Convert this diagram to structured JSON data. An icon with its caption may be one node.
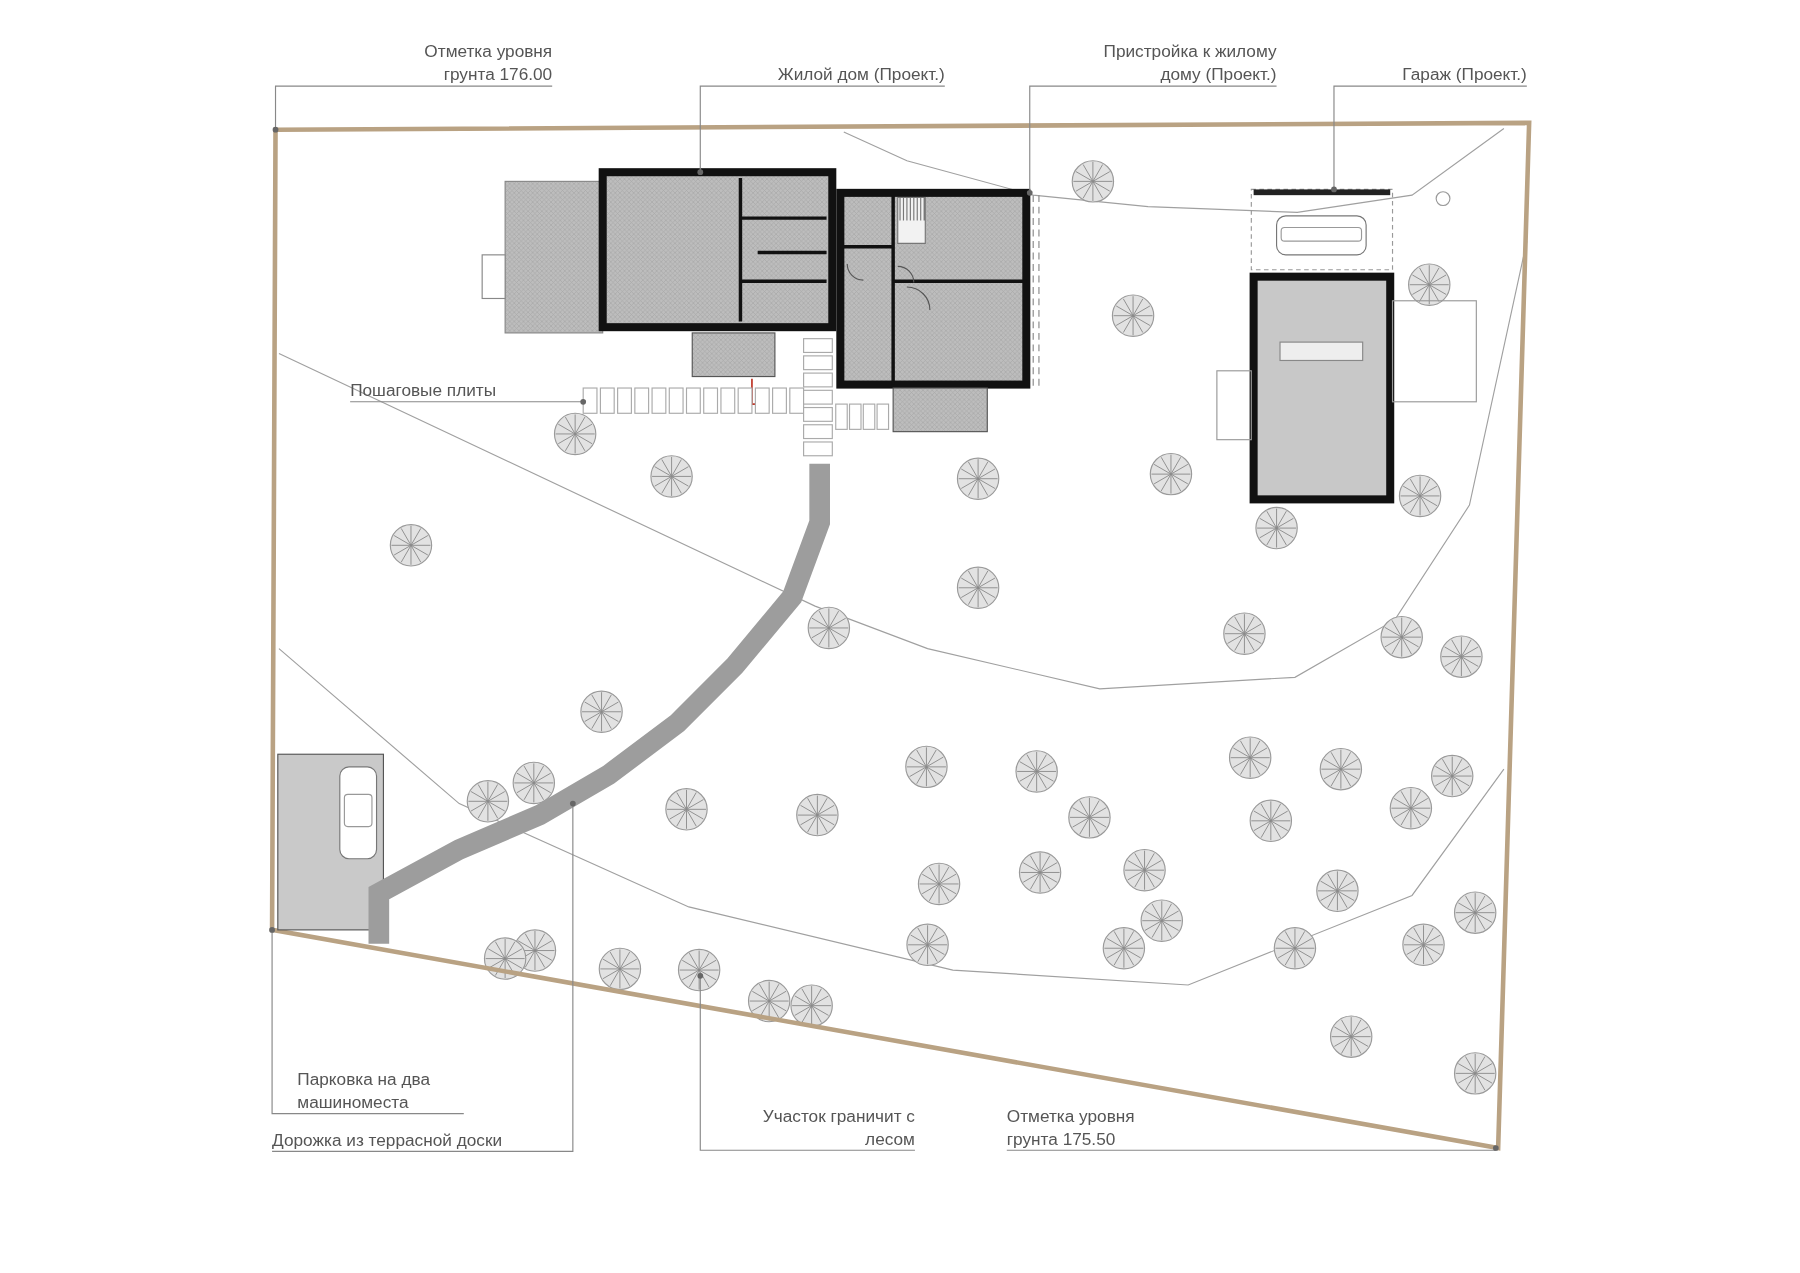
{
  "diagram": {
    "nodes": [
      {
        "text": [
          "Отметка уровня грунта 176.00"
        ]
      },
      {
        "text": [
          "Жилой дом (Проект.)"
        ]
      },
      {
        "text": [],
        "shape": "picture"
      },
      {
        "text": [
          "Пристройка к жилому дому (Проект.)"
        ]
      },
      {
        "text": [],
        "shape": "picture"
      },
      {
        "text": [
          "Гараж (Проект.)"
        ]
      },
      {
        "text": [],
        "shape": "picture"
      },
      {
        "text": [
          "Пошаговые плиты"
        ]
      },
      {
        "text": [],
        "shape": "picture"
      },
      {
        "text": [
          "Парковка на два машиноместа"
        ]
      },
      {
        "text": [],
        "shape": "picture"
      },
      {
        "text": [
          "Дорожка из террасной доски"
        ]
      },
      {
        "text": [],
        "shape": "picture"
      },
      {
        "text": [
          "Участок граничит с лесом"
        ]
      },
      {
        "text": [
          "Отметка уровня грунта 175.50"
        ]
      },
      {
        "text": [],
        "shape": "picture"
      }
    ],
    "edges": [
      {
        "from": 0,
        "to": null,
        "arrow": "other"
      },
      {
        "from": 1,
        "to": 2,
        "arrow": "other"
      },
      {
        "from": 3,
        "to": 4,
        "arrow": "other"
      },
      {
        "from": 5,
        "to": 6,
        "arrow": "other"
      },
      {
        "from": 7,
        "to": 8,
        "arrow": "other"
      },
      {
        "from": 9,
        "to": 10,
        "arrow": "other"
      },
      {
        "from": 11,
        "to": 12,
        "arrow": "other"
      },
      {
        "from": 13,
        "to": 15,
        "arrow": "other"
      },
      {
        "from": 14,
        "to": null,
        "arrow": "other"
      }
    ]
  }
}
